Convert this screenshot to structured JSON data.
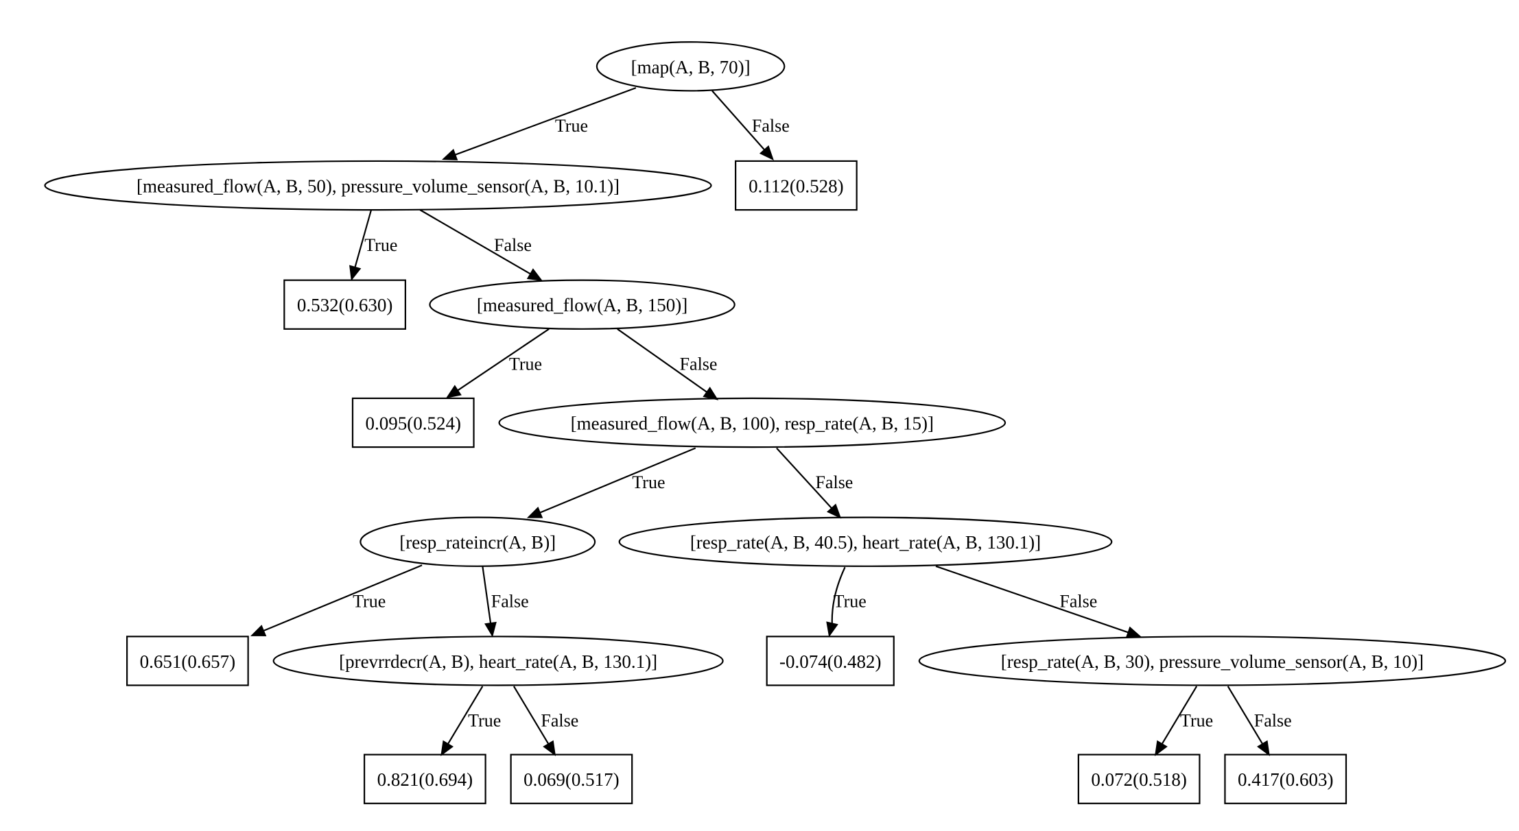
{
  "diagram": {
    "nodes": [
      {
        "id": "n0",
        "shape": "ellipse",
        "label": "[map(A, B, 70)]"
      },
      {
        "id": "n1",
        "shape": "ellipse",
        "label": "[measured_flow(A, B, 50), pressure_volume_sensor(A, B, 10.1)]"
      },
      {
        "id": "n2",
        "shape": "box",
        "label": "0.112(0.528)"
      },
      {
        "id": "n3",
        "shape": "box",
        "label": "0.532(0.630)"
      },
      {
        "id": "n4",
        "shape": "ellipse",
        "label": "[measured_flow(A, B, 150)]"
      },
      {
        "id": "n5",
        "shape": "box",
        "label": "0.095(0.524)"
      },
      {
        "id": "n6",
        "shape": "ellipse",
        "label": "[measured_flow(A, B, 100), resp_rate(A, B, 15)]"
      },
      {
        "id": "n7",
        "shape": "ellipse",
        "label": "[resp_rateincr(A, B)]"
      },
      {
        "id": "n8",
        "shape": "ellipse",
        "label": "[resp_rate(A, B, 40.5), heart_rate(A, B, 130.1)]"
      },
      {
        "id": "n9",
        "shape": "box",
        "label": "0.651(0.657)"
      },
      {
        "id": "n10",
        "shape": "ellipse",
        "label": "[prevrrdecr(A, B), heart_rate(A, B, 130.1)]"
      },
      {
        "id": "n11",
        "shape": "box",
        "label": "-0.074(0.482)"
      },
      {
        "id": "n12",
        "shape": "ellipse",
        "label": "[resp_rate(A, B, 30), pressure_volume_sensor(A, B, 10)]"
      },
      {
        "id": "n13",
        "shape": "box",
        "label": "0.821(0.694)"
      },
      {
        "id": "n14",
        "shape": "box",
        "label": "0.069(0.517)"
      },
      {
        "id": "n15",
        "shape": "box",
        "label": "0.072(0.518)"
      },
      {
        "id": "n16",
        "shape": "box",
        "label": "0.417(0.603)"
      }
    ],
    "edges": [
      {
        "from": "n0",
        "to": "n1",
        "label": "True"
      },
      {
        "from": "n0",
        "to": "n2",
        "label": "False"
      },
      {
        "from": "n1",
        "to": "n3",
        "label": "True"
      },
      {
        "from": "n1",
        "to": "n4",
        "label": "False"
      },
      {
        "from": "n4",
        "to": "n5",
        "label": "True"
      },
      {
        "from": "n4",
        "to": "n6",
        "label": "False"
      },
      {
        "from": "n6",
        "to": "n7",
        "label": "True"
      },
      {
        "from": "n6",
        "to": "n8",
        "label": "False"
      },
      {
        "from": "n7",
        "to": "n9",
        "label": "True"
      },
      {
        "from": "n7",
        "to": "n10",
        "label": "False"
      },
      {
        "from": "n8",
        "to": "n11",
        "label": "True"
      },
      {
        "from": "n8",
        "to": "n12",
        "label": "False"
      },
      {
        "from": "n10",
        "to": "n13",
        "label": "True"
      },
      {
        "from": "n10",
        "to": "n14",
        "label": "False"
      },
      {
        "from": "n12",
        "to": "n15",
        "label": "True"
      },
      {
        "from": "n12",
        "to": "n16",
        "label": "False"
      }
    ]
  }
}
